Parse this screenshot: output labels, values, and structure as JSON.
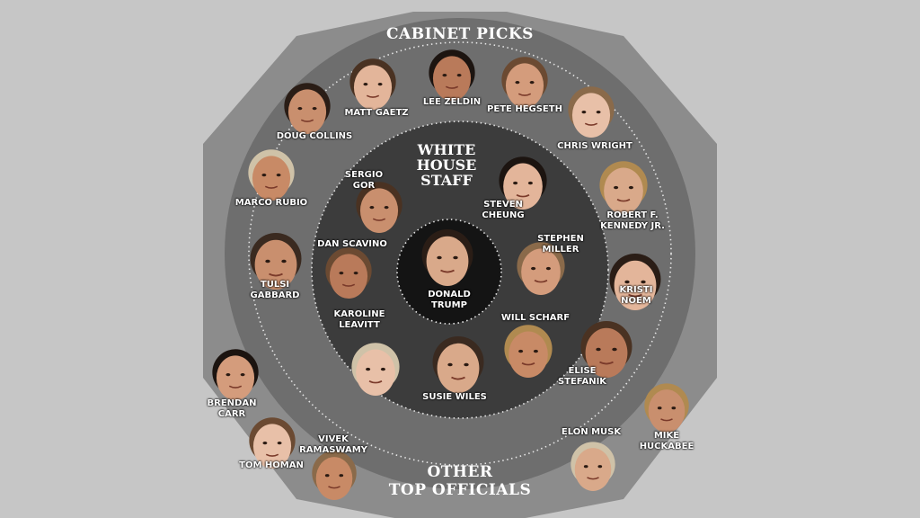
{
  "colors": {
    "background": "#c6c6c6",
    "outer_region": "#8c8c8c",
    "cabinet_ring": "#6e6e6e",
    "staff_disc": "#3c3c3c",
    "center_disc": "#141414",
    "text": "#ffffff"
  },
  "titles": {
    "cabinet": "CABINET PICKS",
    "staff_line1": "WHITE",
    "staff_line2": "HOUSE",
    "staff_line3": "STAFF",
    "other_line1": "OTHER",
    "other_line2": "TOP OFFICIALS"
  },
  "center": {
    "line1": "DONALD",
    "line2": "TRUMP"
  },
  "staff": [
    {
      "line1": "SERGIO",
      "line2": "GOR"
    },
    {
      "line1": "STEVEN",
      "line2": "CHEUNG"
    },
    {
      "line1": "DAN SCAVINO",
      "line2": ""
    },
    {
      "line1": "STEPHEN",
      "line2": "MILLER"
    },
    {
      "line1": "KAROLINE",
      "line2": "LEAVITT"
    },
    {
      "line1": "WILL SCHARF",
      "line2": ""
    },
    {
      "line1": "SUSIE WILES",
      "line2": ""
    }
  ],
  "cabinet": [
    {
      "line1": "DOUG COLLINS",
      "line2": ""
    },
    {
      "line1": "MATT GAETZ",
      "line2": ""
    },
    {
      "line1": "LEE ZELDIN",
      "line2": ""
    },
    {
      "line1": "PETE HEGSETH",
      "line2": ""
    },
    {
      "line1": "CHRIS WRIGHT",
      "line2": ""
    },
    {
      "line1": "MARCO RUBIO",
      "line2": ""
    },
    {
      "line1": "ROBERT F.",
      "line2": "KENNEDY JR."
    },
    {
      "line1": "TULSI",
      "line2": "GABBARD"
    },
    {
      "line1": "KRISTI",
      "line2": "NOEM"
    },
    {
      "line1": "ELISE",
      "line2": "STEFANIK"
    }
  ],
  "other": [
    {
      "line1": "BRENDAN",
      "line2": "CARR"
    },
    {
      "line1": "TOM HOMAN",
      "line2": ""
    },
    {
      "line1": "VIVEK",
      "line2": "RAMASWAMY"
    },
    {
      "line1": "ELON MUSK",
      "line2": ""
    },
    {
      "line1": "MIKE",
      "line2": "HUCKABEE"
    }
  ]
}
